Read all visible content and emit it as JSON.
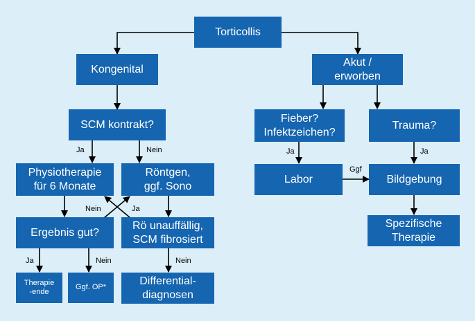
{
  "colors": {
    "background": "#dceef8",
    "node": "#1565b0",
    "node_text": "#ffffff",
    "edge": "#000000"
  },
  "nodes": {
    "torticollis": "Torticollis",
    "kongenital": "Kongenital",
    "akut": "Akut /\nerworben",
    "scm_kontrakt": "SCM kontrakt?",
    "physiotherapie": "Physiotherapie\nfür 6 Monate",
    "roentgen": "Röntgen,\nggf. Sono",
    "ergebnis": "Ergebnis gut?",
    "ro_unauffaellig": "Rö unauffällig,\nSCM fibrosiert",
    "therapieende": "Therapie\n-ende",
    "ggf_op": "Ggf. OP*",
    "differential": "Differential-\ndiagnosen",
    "fieber": "Fieber?\nInfektzeichen?",
    "trauma": "Trauma?",
    "labor": "Labor",
    "bildgebung": "Bildgebung",
    "spezifische": "Spezifische\nTherapie"
  },
  "edge_labels": {
    "scm_ja": "Ja",
    "scm_nein": "Nein",
    "cross_nein": "Nein",
    "cross_ja": "Ja",
    "ergebnis_ja": "Ja",
    "ergebnis_nein": "Nein",
    "ro_nein": "Nein",
    "fieber_ja": "Ja",
    "labor_ggf": "Ggf",
    "trauma_ja": "Ja"
  }
}
